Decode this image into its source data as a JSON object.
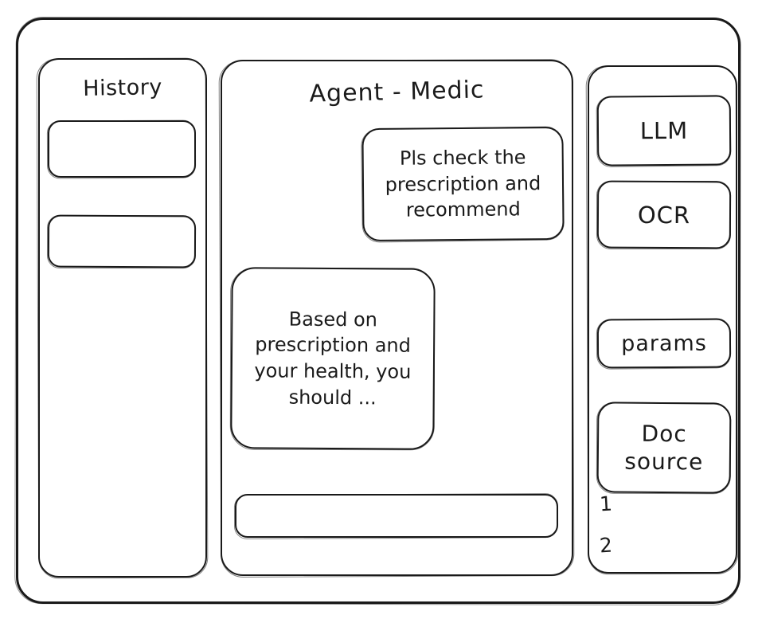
{
  "window": {
    "style": "hand-drawn wireframe sketch",
    "stroke_color": "#1a1a1a",
    "background_color": "#ffffff"
  },
  "sidebar": {
    "title": "History",
    "items": [
      {
        "label": "",
        "name": "history-item-1"
      },
      {
        "label": "",
        "name": "history-item-2"
      }
    ]
  },
  "main": {
    "title": "Agent - Medic",
    "messages": [
      {
        "role": "user",
        "align": "right",
        "text": "Pls check the prescription and recommend"
      },
      {
        "role": "agent",
        "align": "left",
        "text": "Based on prescription and your health, you should ..."
      }
    ],
    "composer": {
      "value": "",
      "placeholder": ""
    }
  },
  "tools": {
    "buttons": [
      {
        "label": "LLM"
      },
      {
        "label": "OCR"
      },
      {
        "label": "params"
      }
    ],
    "doc_source": {
      "line1": "Doc",
      "line2": "source"
    },
    "source_refs": [
      "1",
      "2"
    ]
  }
}
